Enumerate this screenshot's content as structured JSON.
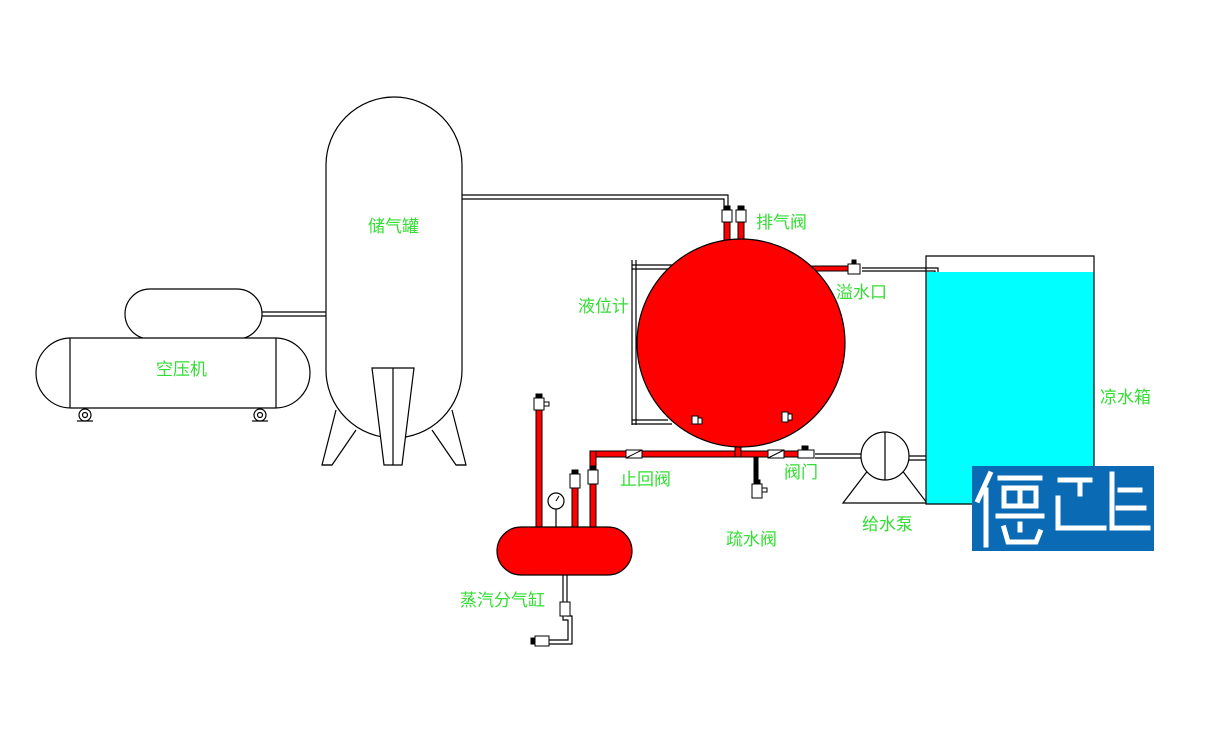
{
  "colors": {
    "label": "#33dd33",
    "vessel": "#ff0000",
    "water": "#00ffff",
    "pipe": "#000000",
    "logo": "#0a6ab4"
  },
  "labels": {
    "air_compressor": "空压机",
    "air_tank": "储气罐",
    "exhaust_valve": "排气阀",
    "level_gauge": "液位计",
    "overflow": "溢水口",
    "cold_water_tank": "凉水箱",
    "check_valve": "止回阀",
    "drain_valve": "疏水阀",
    "valve": "阀门",
    "feed_pump": "给水泵",
    "steam_header": "蒸汽分气缸"
  },
  "logo": {
    "icon": "company-logo-icon"
  }
}
